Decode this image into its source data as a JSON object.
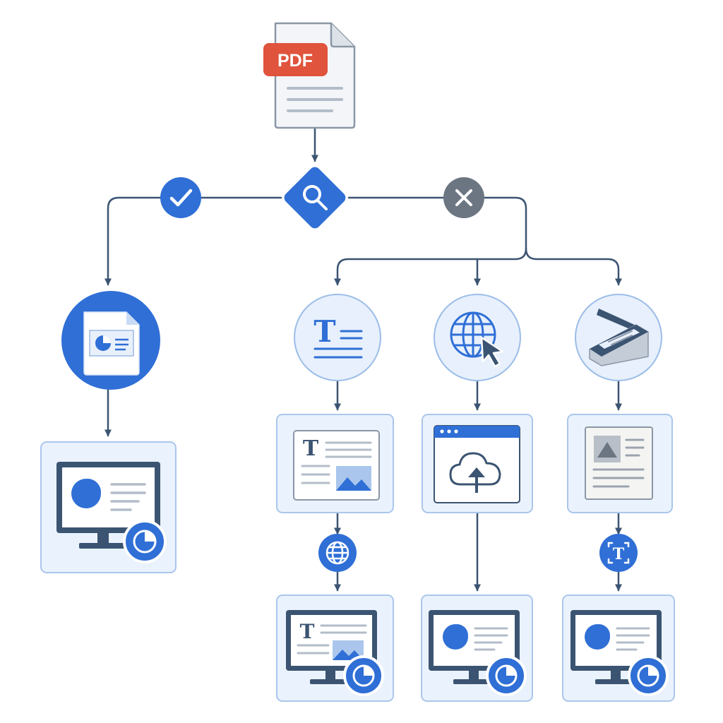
{
  "source": {
    "badge_text": "PDF",
    "icon": "pdf-document-icon"
  },
  "decision": {
    "icon": "magnifier-icon",
    "yes_icon": "checkmark-icon",
    "no_icon": "cross-icon"
  },
  "glyphs": {
    "text_t": "T",
    "ocr_t": "T"
  },
  "colors": {
    "primary_blue": "#2f6fd6",
    "dark_navy": "#3b5472",
    "light_panel": "#eaf2fd",
    "panel_border": "#aac6ec",
    "grey_circle": "#6c7682",
    "pdf_badge": "#e0533c"
  },
  "branches": {
    "native": [
      "presentation-file-icon",
      "monitor-chart-icon"
    ],
    "text": [
      "text-lines-icon",
      "text-image-page-icon",
      "globe-icon",
      "monitor-text-image-icon"
    ],
    "web": [
      "globe-cursor-icon",
      "browser-cloud-upload-icon",
      "monitor-chart-icon"
    ],
    "scan": [
      "flatbed-scanner-icon",
      "scanned-page-icon",
      "ocr-text-icon",
      "monitor-chart-icon"
    ]
  }
}
